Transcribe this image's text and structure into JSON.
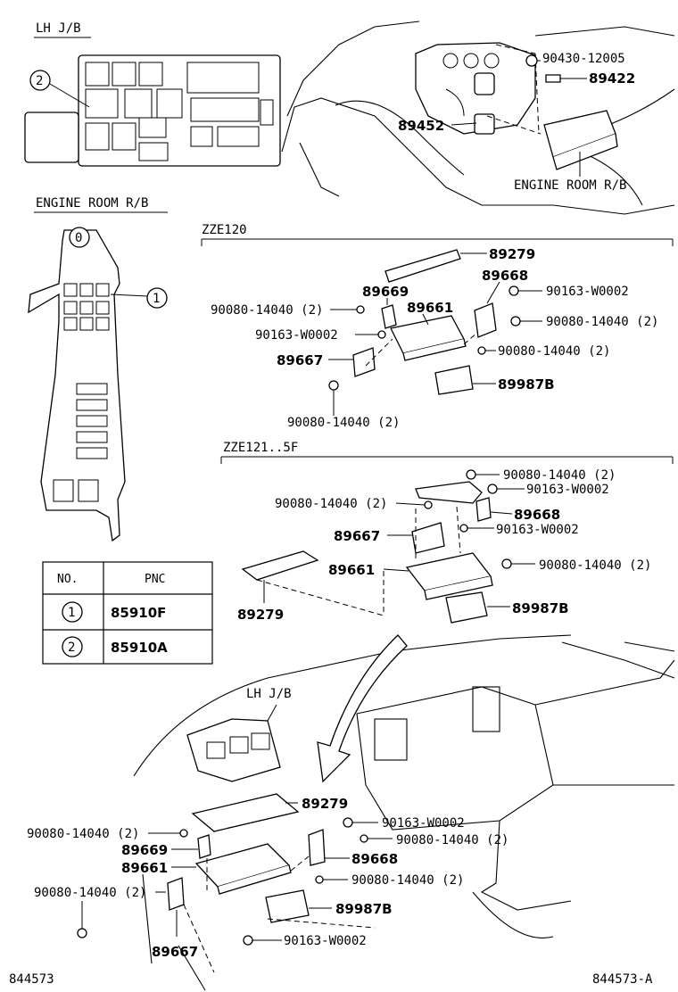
{
  "headings": {
    "lh_jb": "LH J/B",
    "engine_room_rb": "ENGINE ROOM R/B",
    "engine_room_rb_callout": "ENGINE ROOM R/B",
    "lh_jb_callout": "LH J/B",
    "zze120": "ZZE120",
    "zze121": "ZZE121..5F"
  },
  "markers": {
    "m0": "0",
    "m1": "1",
    "m2": "2"
  },
  "table": {
    "headers": [
      "NO.",
      "PNC"
    ],
    "rows": [
      {
        "no": "1",
        "pnc": "85910F"
      },
      {
        "no": "2",
        "pnc": "85910A"
      }
    ]
  },
  "top_right": {
    "p1": "90430-12005",
    "p2": "89422",
    "p3": "89452"
  },
  "zze120": {
    "a": "89279",
    "b": "89668",
    "c": "89669",
    "d": "90163-W0002",
    "e": "89661",
    "f": "90080-14040 (2)",
    "g": "90080-14040 (2)",
    "h": "90163-W0002",
    "i": "90080-14040 (2)",
    "j": "89667",
    "k": "89987B",
    "l": "90080-14040 (2)"
  },
  "zze121": {
    "a": "90080-14040 (2)",
    "b": "90163-W0002",
    "c": "90080-14040 (2)",
    "d": "89668",
    "e": "89667",
    "f": "90163-W0002",
    "g": "89661",
    "h": "90080-14040 (2)",
    "i": "89279",
    "j": "89987B"
  },
  "bottom": {
    "a": "89279",
    "b": "90163-W0002",
    "c": "90080-14040 (2)",
    "d": "90080-14040 (2)",
    "e": "89669",
    "f": "89668",
    "g": "89661",
    "h": "90080-14040 (2)",
    "i": "90080-14040 (2)",
    "j": "89987B",
    "k": "89667",
    "l": "90163-W0002"
  },
  "footer": {
    "left": "844573",
    "right": "844573-A"
  }
}
